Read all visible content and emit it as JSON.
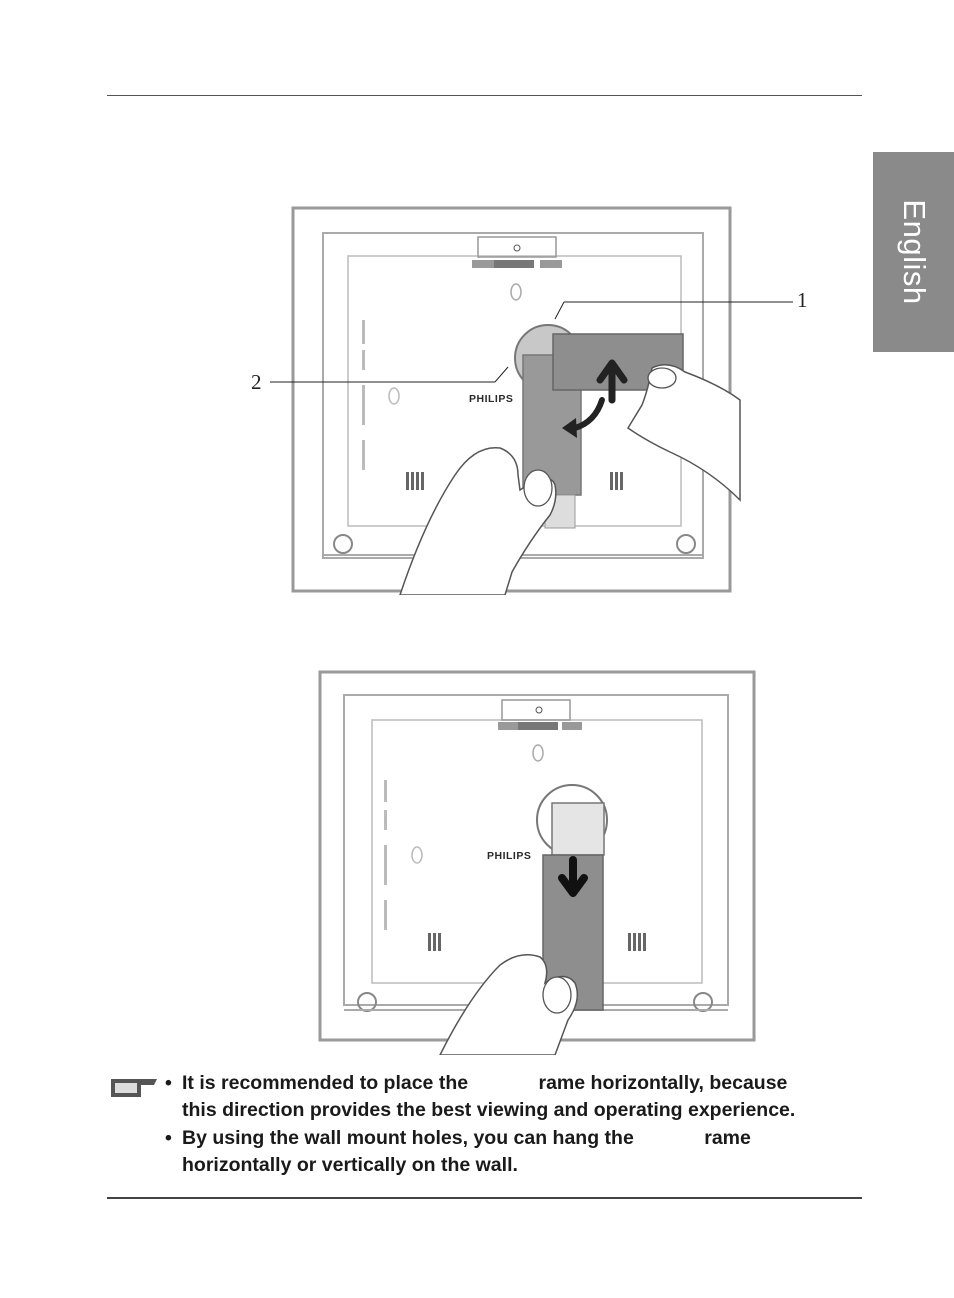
{
  "header": {
    "language_tab": "English"
  },
  "figure1": {
    "callouts": [
      "1",
      "2"
    ],
    "brand": "PHILIPS"
  },
  "figure2": {
    "brand": "PHILIPS"
  },
  "notes": {
    "icon": "note-icon",
    "bullet": "•",
    "items": [
      {
        "line1": "It is recommended to place the             rame horizontally, because",
        "line2": "this direction provides the best viewing and operating experience."
      },
      {
        "line1": "By using the wall mount holes, you can hang the             rame",
        "line2": "horizontally or vertically on the wall."
      }
    ]
  }
}
